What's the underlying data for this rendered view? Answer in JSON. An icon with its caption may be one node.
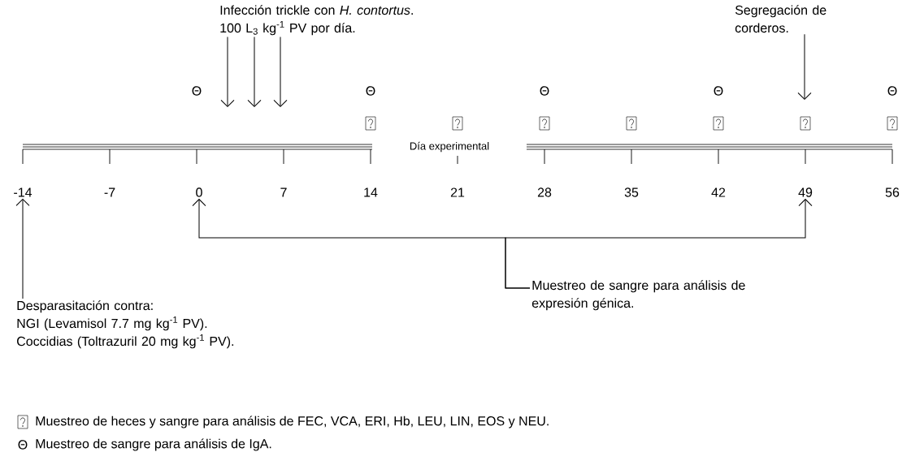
{
  "diagram": {
    "nodes": [
      {
        "text": [
          "Infección trickle con *H. contortus*.",
          "100 L$_{3}$ kg$^{-1}$ PV por día."
        ]
      },
      {
        "text": [
          "Segregación de corderos."
        ]
      },
      {
        "text": [
          "Desparasitación contra:",
          "NGI (Levamisol 7.7 mg kg$^{-1}$ PV).",
          "Coccidias (Toltrazuril 20 mg kg$^{-1}$ PV)."
        ]
      },
      {
        "text": [
          "-14"
        ]
      },
      {
        "text": [
          "-7"
        ]
      },
      {
        "text": [
          "0"
        ]
      },
      {
        "text": [
          "7"
        ]
      },
      {
        "text": [
          "14"
        ]
      },
      {
        "text": [
          "21"
        ]
      },
      {
        "text": [
          "28"
        ]
      },
      {
        "text": [
          "35"
        ]
      },
      {
        "text": [
          "42"
        ]
      },
      {
        "text": [
          "49"
        ]
      },
      {
        "text": [
          "56"
        ]
      },
      {
        "text": [
          "Muestreo de sangre para análisis de expresión génica."
        ]
      }
    ],
    "edges": [
      {
        "from": 0,
        "to": null,
        "arrow": "to"
      },
      {
        "from": 0,
        "to": null,
        "arrow": "to"
      },
      {
        "from": 0,
        "to": null,
        "arrow": "to"
      },
      {
        "from": 1,
        "to": null,
        "arrow": "to"
      },
      {
        "from": 2,
        "to": 3,
        "arrow": "to"
      },
      {
        "from": 14,
        "to": 5,
        "arrow": "to"
      },
      {
        "from": 14,
        "to": 12,
        "arrow": "to"
      }
    ],
    "labels": [
      "Θ",
      "Θ",
      "Θ",
      "Θ",
      "Θ",
      "Día experimental",
      "Θ"
    ],
    "legend": [
      {
        "text": "Muestreo de heces y sangre para análisis de FEC, VCA, ERI, Hb, LEU, LIN, EOS y NEU."
      },
      {
        "text": "Muestreo de sangre para análisis de IgA."
      }
    ]
  }
}
